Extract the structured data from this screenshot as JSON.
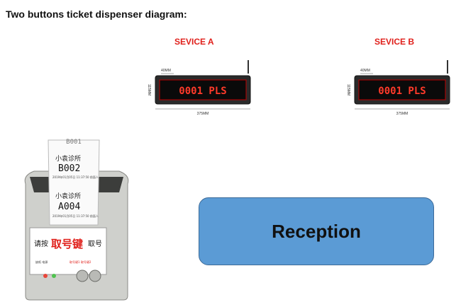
{
  "title": "Two buttons ticket dispenser diagram:",
  "displays": [
    {
      "service_label": "SEVICE A",
      "screen_text": "0001 PLS",
      "dim_height": "40MM",
      "dim_side": "115MM",
      "dim_width": "375MM"
    },
    {
      "service_label": "SEVICE B",
      "screen_text": "0001 PLS",
      "dim_height": "40MM",
      "dim_side": "115MM",
      "dim_width": "375MM"
    }
  ],
  "printer": {
    "tickets": [
      {
        "clinic": "小袁诊所",
        "number": "B002",
        "meta": "2019年01月05日 11:37:50 前面人"
      },
      {
        "clinic": "小袁诊所",
        "number": "A004",
        "meta": "2019年01月05日 11:37:50 前面人"
      }
    ],
    "top_ticket_partial": "B001",
    "panel_prefix": "请按",
    "panel_highlight": "取号键",
    "panel_suffix": "取号",
    "indicator_labels": "缺纸 电源",
    "button_labels": "取号键1   取号键2"
  },
  "reception_label": "Reception",
  "colors": {
    "accent_red": "#e0201b",
    "reception_fill": "#5b9bd5",
    "led_red": "#ff3a2a"
  }
}
